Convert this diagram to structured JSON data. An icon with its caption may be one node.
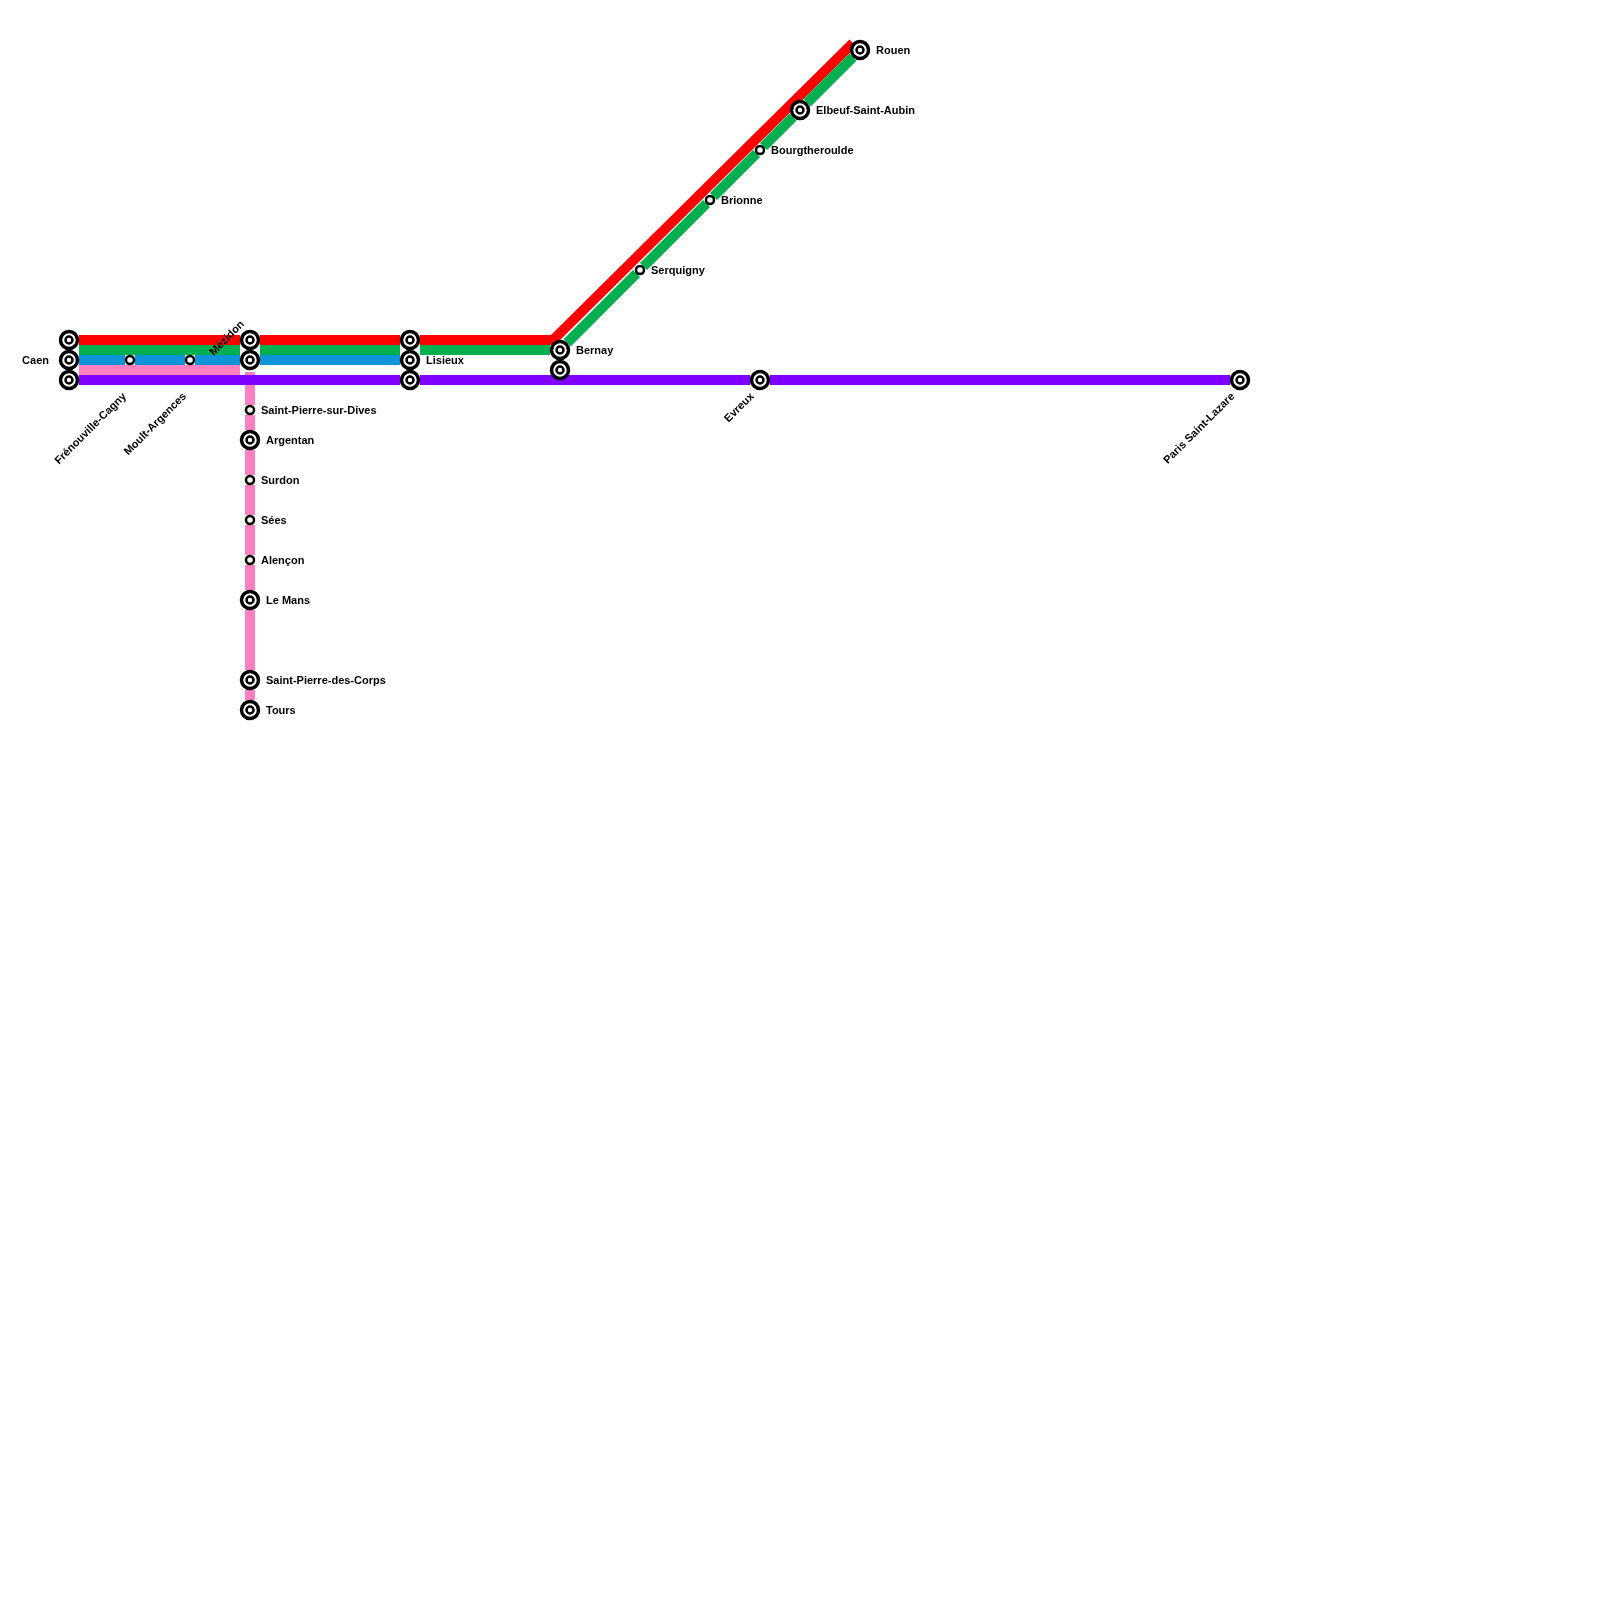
{
  "diagram": {
    "nodes": [
      {
        "text": [
          "Caen"
        ]
      },
      {
        "text": [
          "Frénouville-Cagny"
        ]
      },
      {
        "text": [
          "Moult-Argences"
        ]
      },
      {
        "text": [
          "Mézidon"
        ]
      },
      {
        "text": [
          "Lisieux"
        ]
      },
      {
        "text": [
          "Bernay"
        ]
      },
      {
        "text": [
          "Serquigny"
        ]
      },
      {
        "text": [
          "Brionne"
        ]
      },
      {
        "text": [
          "Bourgtheroulde"
        ]
      },
      {
        "text": [
          "Elbeuf-Saint-Aubin"
        ]
      },
      {
        "text": [
          "Rouen"
        ]
      },
      {
        "text": [
          "Saint-Pierre-sur-Dives"
        ]
      },
      {
        "text": [
          "Argentan"
        ]
      },
      {
        "text": [
          "Surdon"
        ]
      },
      {
        "text": [
          "Sées"
        ]
      },
      {
        "text": [
          "Alençon"
        ]
      },
      {
        "text": [
          "Le Mans"
        ]
      },
      {
        "text": [
          "Saint-Pierre-des-Corps"
        ]
      },
      {
        "text": [
          "Tours"
        ]
      },
      {
        "text": [
          "Evreux"
        ]
      },
      {
        "text": [
          "Paris Saint-Lazare"
        ]
      }
    ],
    "edges": [
      {
        "from": 0,
        "to": 3,
        "arrow": "none",
        "color": "#ff0000"
      },
      {
        "from": 3,
        "to": 4,
        "arrow": "none",
        "color": "#ff0000"
      },
      {
        "from": 4,
        "to": 10,
        "arrow": "none",
        "color": "#ff0000"
      },
      {
        "from": 0,
        "to": 3,
        "arrow": "none",
        "color": "#00b050"
      },
      {
        "from": 3,
        "to": 4,
        "arrow": "none",
        "color": "#00b050"
      },
      {
        "from": 4,
        "to": 5,
        "arrow": "none",
        "color": "#00b050"
      },
      {
        "from": 5,
        "to": 6,
        "arrow": "none",
        "color": "#00b050"
      },
      {
        "from": 6,
        "to": 7,
        "arrow": "none",
        "color": "#00b050"
      },
      {
        "from": 7,
        "to": 8,
        "arrow": "none",
        "color": "#00b050"
      },
      {
        "from": 8,
        "to": 9,
        "arrow": "none",
        "color": "#00b050"
      },
      {
        "from": 9,
        "to": 10,
        "arrow": "none",
        "color": "#00b050"
      },
      {
        "from": 0,
        "to": 1,
        "arrow": "none",
        "color": "#0f94d9"
      },
      {
        "from": 1,
        "to": 2,
        "arrow": "none",
        "color": "#0f94d9"
      },
      {
        "from": 2,
        "to": 3,
        "arrow": "none",
        "color": "#0f94d9"
      },
      {
        "from": 3,
        "to": 4,
        "arrow": "none",
        "color": "#0f94d9"
      },
      {
        "from": 0,
        "to": 3,
        "arrow": "none",
        "color": "#ff80c0"
      },
      {
        "from": 3,
        "to": 11,
        "arrow": "none",
        "color": "#ff80c0"
      },
      {
        "from": 11,
        "to": 12,
        "arrow": "none",
        "color": "#ff80c0"
      },
      {
        "from": 12,
        "to": 13,
        "arrow": "none",
        "color": "#ff80c0"
      },
      {
        "from": 13,
        "to": 14,
        "arrow": "none",
        "color": "#ff80c0"
      },
      {
        "from": 14,
        "to": 15,
        "arrow": "none",
        "color": "#ff80c0"
      },
      {
        "from": 15,
        "to": 16,
        "arrow": "none",
        "color": "#ff80c0"
      },
      {
        "from": 16,
        "to": 17,
        "arrow": "none",
        "color": "#ff80c0"
      },
      {
        "from": 17,
        "to": 18,
        "arrow": "none",
        "color": "#ff80c0"
      },
      {
        "from": 0,
        "to": 4,
        "arrow": "none",
        "color": "#8000ff"
      },
      {
        "from": 4,
        "to": 19,
        "arrow": "none",
        "color": "#8000ff"
      },
      {
        "from": 19,
        "to": 20,
        "arrow": "none",
        "color": "#8000ff"
      }
    ]
  }
}
